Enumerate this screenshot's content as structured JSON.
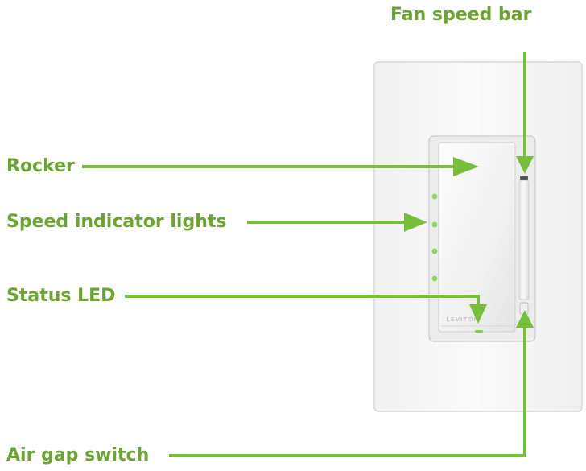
{
  "labels": {
    "fan_speed_bar": "Fan speed bar",
    "rocker": "Rocker",
    "speed_indicator_lights": "Speed indicator lights",
    "status_led": "Status LED",
    "air_gap_switch": "Air gap switch"
  },
  "brand_text": "LEVITON",
  "colors": {
    "label_green": "#6aa531",
    "arrow_green": "#77bf3a",
    "led_green": "#7cd04a"
  }
}
